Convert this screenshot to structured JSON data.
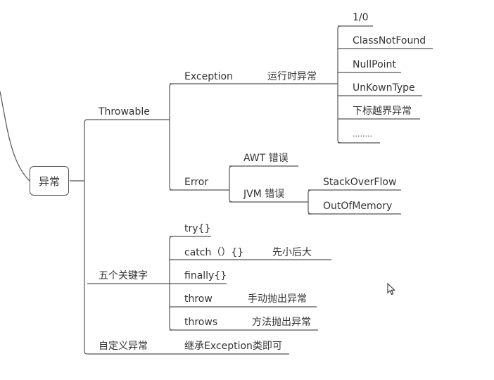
{
  "root": {
    "label": "异常"
  },
  "throwable": {
    "label": "Throwable",
    "exception": {
      "label": "Exception",
      "runtime": {
        "label": "运行时异常",
        "items": [
          "1/0",
          "ClassNotFound",
          "NullPoint",
          "UnKownType",
          "下标越界异常",
          "........"
        ]
      }
    },
    "error": {
      "label": "Error",
      "awt": "AWT 错误",
      "jvm": {
        "label": "JVM 错误",
        "items": [
          "StackOverFlow",
          "OutOfMemory"
        ]
      }
    }
  },
  "keywords": {
    "label": "五个关键字",
    "items": [
      {
        "label": "try{}",
        "note": ""
      },
      {
        "label": "catch（）{}",
        "note": "先小后大"
      },
      {
        "label": "finally{}",
        "note": ""
      },
      {
        "label": "throw",
        "note": "手动抛出异常"
      },
      {
        "label": "throws",
        "note": "方法抛出异常"
      }
    ]
  },
  "custom": {
    "label": "自定义异常",
    "note": "继承Exception类即可"
  },
  "colors": {
    "line": "#555555",
    "text": "#333333"
  },
  "icons": {
    "cursor": "mouse-pointer-icon"
  }
}
